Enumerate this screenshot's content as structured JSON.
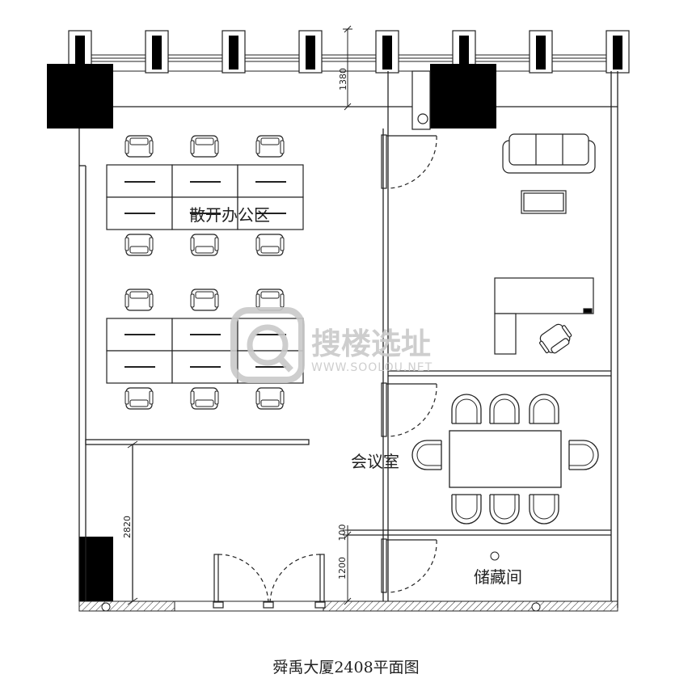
{
  "title": "舜禹大厦2408平面图",
  "rooms": {
    "open_office": "散开办公区",
    "meeting_room": "会议室",
    "storage": "储藏间"
  },
  "dimensions": {
    "window_depth": "1380",
    "corridor_length": "2820",
    "storage_depth": "1200",
    "partition_gap": "100"
  },
  "watermark": {
    "brand": "搜楼选址",
    "url": "WWW.SOOLOU.NET"
  },
  "colors": {
    "line": "#1a1a1a",
    "column": "#000000",
    "watermark": "#c9c9c9"
  }
}
